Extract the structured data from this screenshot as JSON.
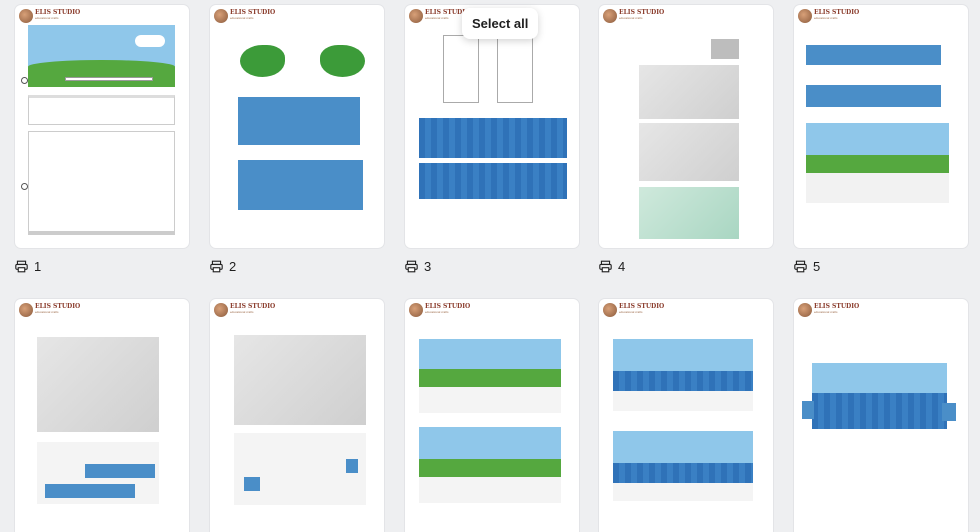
{
  "tooltip": {
    "label": "Select all"
  },
  "logo": {
    "title": "ELIS STUDIO",
    "subtitle": "educational crafts"
  },
  "pages": [
    {
      "number": "1"
    },
    {
      "number": "2"
    },
    {
      "number": "3"
    },
    {
      "number": "4"
    },
    {
      "number": "5"
    },
    {
      "number": ""
    },
    {
      "number": ""
    },
    {
      "number": ""
    },
    {
      "number": ""
    },
    {
      "number": ""
    }
  ],
  "colors": {
    "background": "#eeeff1",
    "card": "#ffffff",
    "sky": "#8fc7ea",
    "grass": "#4caa3c",
    "water_blue": "#3a80c4",
    "tab_blue": "#4a8ec8",
    "duck_green": "#3c9b39"
  },
  "icons": {
    "print": "printer-icon"
  }
}
